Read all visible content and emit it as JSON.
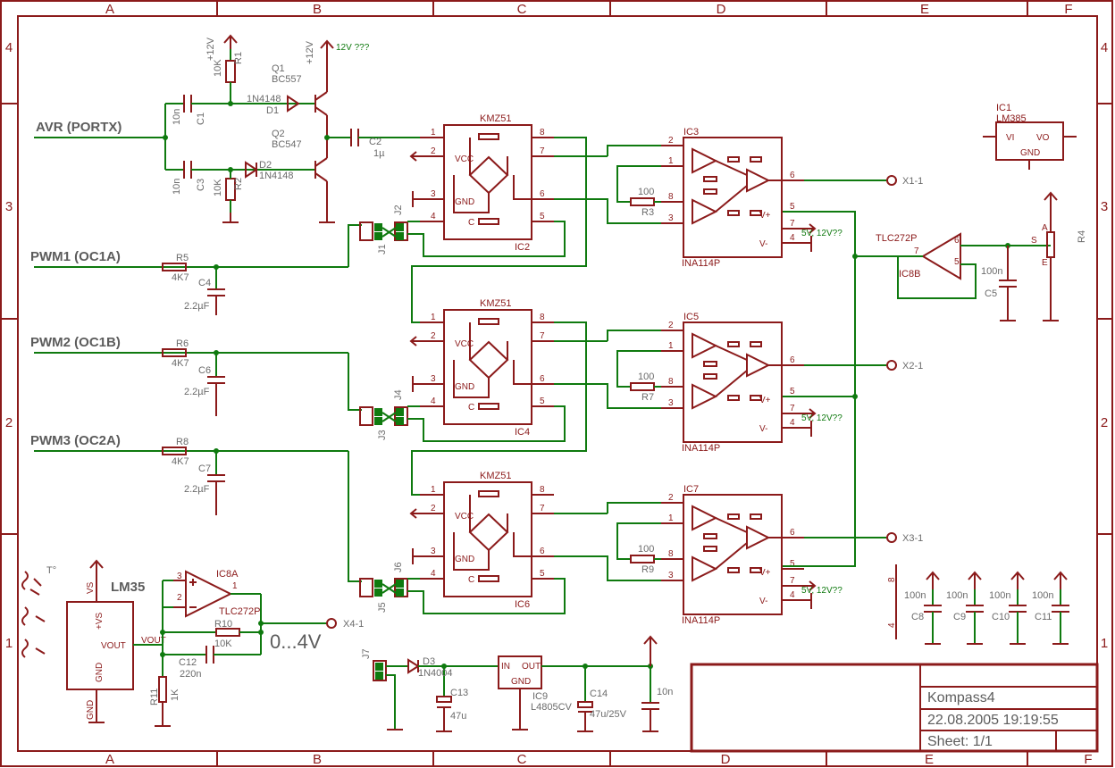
{
  "grid": {
    "columns": [
      "A",
      "B",
      "C",
      "D",
      "E",
      "F"
    ],
    "rows": [
      "4",
      "3",
      "2",
      "1"
    ]
  },
  "nets": {
    "avr": "AVR (PORTX)",
    "pwm1": "PWM1 (OC1A)",
    "pwm2": "PWM2 (OC1B)",
    "pwm3": "PWM3 (OC2A)"
  },
  "outputs": {
    "x1": "X1-1",
    "x2": "X2-1",
    "x3": "X3-1",
    "x4": "X4-1",
    "range": "0...4V"
  },
  "supply": {
    "v12": "+12V",
    "v12_note": "12V ???",
    "amp_note": "5V, 12V??"
  },
  "parts": {
    "R1": "R1",
    "R1_val": "10K",
    "R2": "R2",
    "R2_val": "10K",
    "C1": "C1",
    "C1_val": "10n",
    "C3": "C3",
    "C3_val": "10n",
    "Q1": "Q1",
    "Q1_val": "BC557",
    "Q2": "Q2",
    "Q2_val": "BC547",
    "D1": "D1",
    "D1_val": "1N4148",
    "D2": "D2",
    "D2_val": "1N4148",
    "C2": "C2",
    "C2_val": "1µ",
    "R5": "R5",
    "R5_val": "4K7",
    "C4": "C4",
    "C4_val": "2.2µF",
    "R6": "R6",
    "R6_val": "4K7",
    "C6": "C6",
    "C6_val": "2.2µF",
    "R8": "R8",
    "R8_val": "4K7",
    "C7": "C7",
    "C7_val": "2.2µF",
    "kmz": "KMZ51",
    "IC2": "IC2",
    "IC4": "IC4",
    "IC6": "IC6",
    "IC3": "IC3",
    "IC5": "IC5",
    "IC7": "IC7",
    "ina": "INA114P",
    "R3": "R3",
    "R7": "R7",
    "R9": "R9",
    "r_gain": "100",
    "IC1": "IC1",
    "IC1_val": "LM385",
    "IC8B": "IC8B",
    "tlc": "TLC272P",
    "C5": "C5",
    "C5_val": "100n",
    "R4": "R4",
    "C8": "C8",
    "C9": "C9",
    "C10": "C10",
    "C11": "C11",
    "cap100n": "100n",
    "LM35": "LM35",
    "IC8A": "IC8A",
    "IC8A_val": "TLC272P",
    "R10": "R10",
    "R10_val": "10K",
    "C12": "C12",
    "C12_val": "220n",
    "R11": "R11",
    "R11_val": "1K",
    "J1": "J1",
    "J2": "J2",
    "J3": "J3",
    "J4": "J4",
    "J5": "J5",
    "J6": "J6",
    "J7": "J7",
    "D3": "D3",
    "D3_val": "1N4004",
    "C13": "C13",
    "C13_val": "47u",
    "IC9": "IC9",
    "IC9_val": "L4805CV",
    "C14": "C14",
    "C14_val": "47u/25V",
    "C15_val": "10n"
  },
  "pins": {
    "vcc": "VCC",
    "gnd": "GND",
    "c": "C",
    "vplus": "V+",
    "vminus": "V-",
    "vs": "VS",
    "plus_vs": "+VS",
    "vout": "VOUT",
    "vi": "VI",
    "vo": "VO",
    "in": "IN",
    "out": "OUT",
    "t": "T°",
    "s": "S",
    "a": "A",
    "e": "E"
  },
  "title_block": {
    "name": "Kompass4",
    "date": "22.08.2005 19:19:55",
    "sheet": "Sheet: 1/1"
  }
}
